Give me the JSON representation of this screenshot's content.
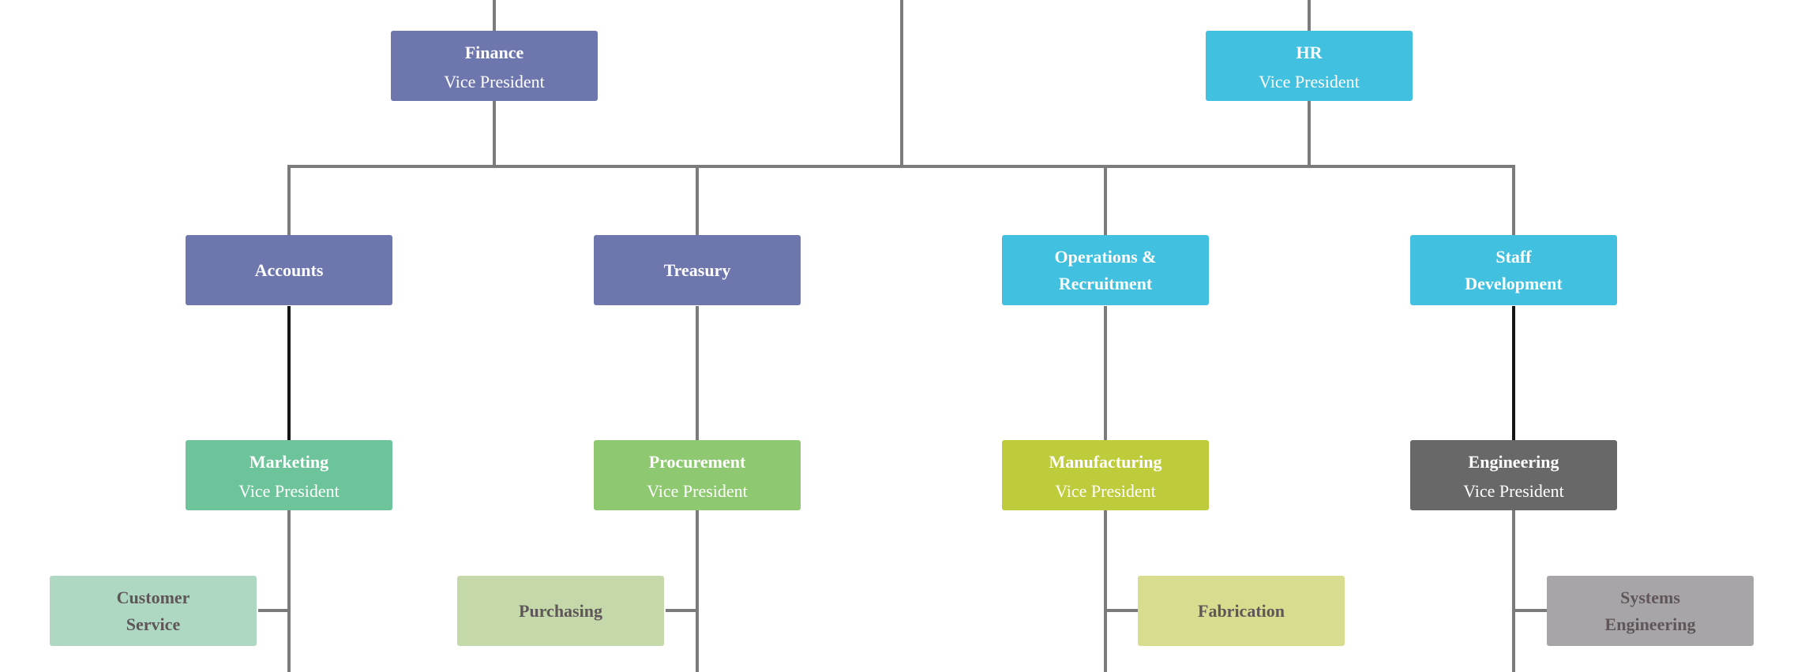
{
  "diagram": {
    "type": "org-chart",
    "background": "#FFFFFF",
    "line_color": "#7B7B7B",
    "line_color_emphasis": "#151515"
  },
  "nodes": {
    "finance": {
      "title": "Finance",
      "subtitle": "Vice President",
      "bg": "#6E76AE",
      "fg": "#FFFFFF"
    },
    "hr": {
      "title": "HR",
      "subtitle": "Vice President",
      "bg": "#41C0DF",
      "fg": "#FFFFFF"
    },
    "accounts": {
      "title": "Accounts",
      "bg": "#6E76AE",
      "fg": "#FFFFFF"
    },
    "treasury": {
      "title": "Treasury",
      "bg": "#6E76AE",
      "fg": "#FFFFFF"
    },
    "operations_recruitment": {
      "title": "Operations &\nRecruitment",
      "bg": "#41C0DF",
      "fg": "#FFFFFF"
    },
    "staff_development": {
      "title": "Staff\nDevelopment",
      "bg": "#41C0DF",
      "fg": "#FFFFFF"
    },
    "marketing": {
      "title": "Marketing",
      "subtitle": "Vice President",
      "bg": "#6EC49A",
      "fg": "#FFFFFF"
    },
    "procurement": {
      "title": "Procurement",
      "subtitle": "Vice President",
      "bg": "#8EC971",
      "fg": "#FFFFFF"
    },
    "manufacturing": {
      "title": "Manufacturing",
      "subtitle": "Vice President",
      "bg": "#BECB3B",
      "fg": "#FFFFFF"
    },
    "engineering": {
      "title": "Engineering",
      "subtitle": "Vice President",
      "bg": "#696868",
      "fg": "#FFFFFF"
    },
    "customer_service": {
      "title": "Customer\nService",
      "bg": "#AFD8C2",
      "fg": "#5F5659"
    },
    "purchasing": {
      "title": "Purchasing",
      "bg": "#C5D8A9",
      "fg": "#5F5659"
    },
    "fabrication": {
      "title": "Fabrication",
      "bg": "#D7DC8F",
      "fg": "#5F5659"
    },
    "systems_engineering": {
      "title": "Systems\nEngineering",
      "bg": "#A8A5A8",
      "fg": "#5F5659"
    }
  }
}
